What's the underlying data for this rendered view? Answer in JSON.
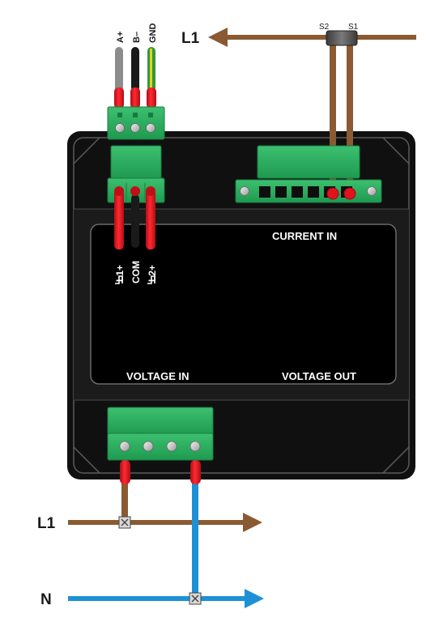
{
  "colors": {
    "brown_wire": "#8a5a32",
    "blue_wire": "#1e90d6",
    "red_sleeve": "#e0141e",
    "black_wire": "#1a1a1a",
    "grey_wire": "#8c8c8c",
    "terminal_green": "#26a55a",
    "housing_black": "#111111"
  },
  "top_terminal": {
    "labels": [
      "A+",
      "B–",
      "GND"
    ]
  },
  "current_transformer": {
    "line_label": "L1",
    "s2_label": "S2",
    "s1_label": "S1"
  },
  "pulse_terminal": {
    "labels": [
      "L1+",
      "COM",
      "L2+"
    ]
  },
  "panel": {
    "current_in_label": "CURRENT IN",
    "voltage_in_label": "VOLTAGE IN",
    "voltage_out_label": "VOLTAGE OUT"
  },
  "supply": {
    "l1_label": "L1",
    "n_label": "N"
  }
}
